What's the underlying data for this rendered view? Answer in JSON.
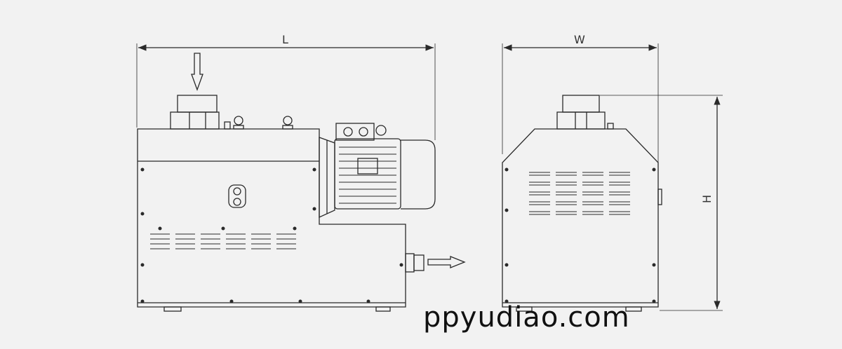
{
  "dimensions": {
    "length_label": "L",
    "width_label": "W",
    "height_label": "H"
  },
  "watermark": "ppyudiao.com",
  "colors": {
    "background": "#f2f2f2",
    "line": "#2a2a2a"
  }
}
